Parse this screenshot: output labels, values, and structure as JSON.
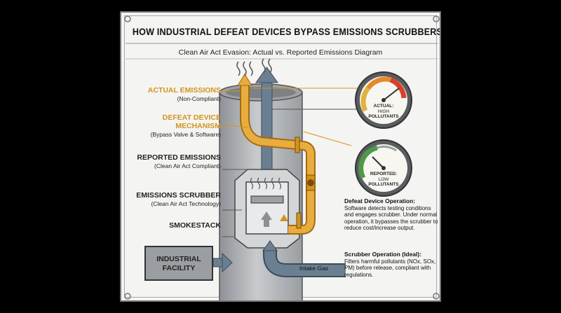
{
  "title": "HOW INDUSTRIAL DEFEAT DEVICES BYPASS EMISSIONS SCRUBBERS",
  "subtitle": "Clean Air Act Evasion: Actual vs. Reported Emissions Diagram",
  "labels": {
    "actual_title": "ACTUAL EMISSIONS",
    "actual_sub": "(Non-Compliant)",
    "defeat_title_1": "DEFEAT DEVICE",
    "defeat_title_2": "MECHANISM",
    "defeat_sub": "(Bypass Valve & Software)",
    "reported_title": "REPORTED EMISSIONS",
    "reported_sub": "(Clean Air Act Compliant)",
    "scrubber_title": "EMISSIONS SCRUBBER",
    "scrubber_sub": "(Clean Air Act Technology)",
    "smokestack": "SMOKESTACK",
    "facility_1": "INDUSTRIAL",
    "facility_2": "FACILITY",
    "intake": "Intake Gas"
  },
  "gauges": {
    "actual_1": "ACTUAL:",
    "actual_2": "HIGH",
    "actual_3": "POLLUTANTS",
    "reported_1": "REPORTED:",
    "reported_2": "LOW",
    "reported_3": "POLLUTANTS"
  },
  "info": {
    "defeat_head": "Defeat Device Operation:",
    "defeat_body": "Software detects testing conditions and engages scrubber. Under normal operation, it bypasses the scrubber to reduce cost/increase output.",
    "scrubber_head": "Scrubber Operation (Ideal):",
    "scrubber_body": "Filters harmful pollutants (NOx, SOx, PM) before release, compliant with regulations."
  },
  "colors": {
    "orange": "#d4931c",
    "gray_stack": "#b9bcbf",
    "green": "#4c9a45",
    "red": "#d9402b"
  }
}
